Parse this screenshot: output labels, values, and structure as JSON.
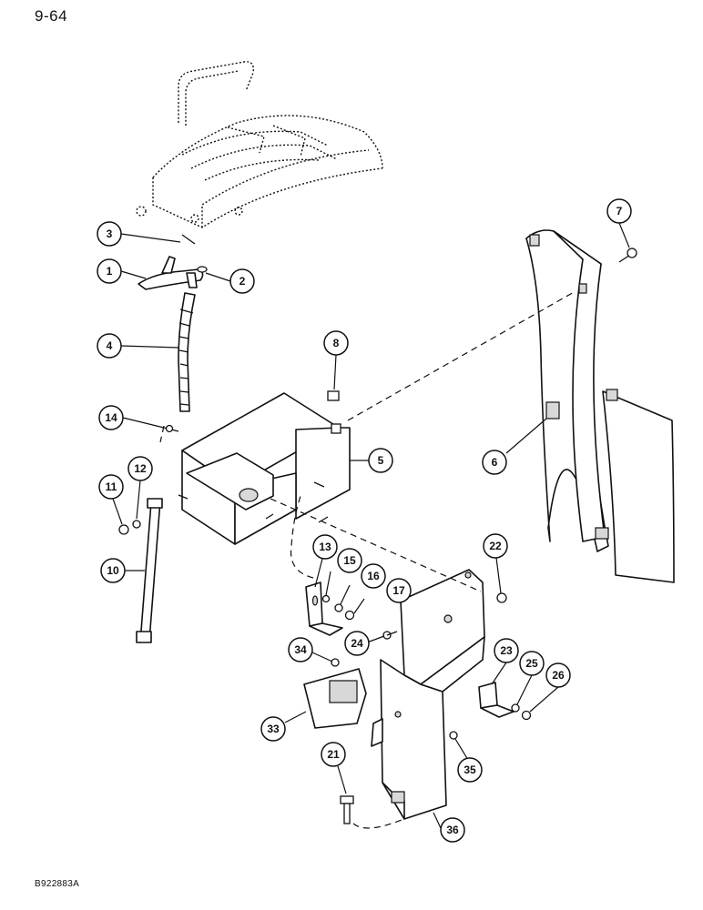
{
  "header": {
    "page_number": "9-64"
  },
  "footer": {
    "figure_code": "B922883A"
  },
  "callouts": [
    {
      "label": "1"
    },
    {
      "label": "2"
    },
    {
      "label": "3"
    },
    {
      "label": "4"
    },
    {
      "label": "5"
    },
    {
      "label": "6"
    },
    {
      "label": "7"
    },
    {
      "label": "8"
    },
    {
      "label": "10"
    },
    {
      "label": "11"
    },
    {
      "label": "12"
    },
    {
      "label": "13"
    },
    {
      "label": "14"
    },
    {
      "label": "15"
    },
    {
      "label": "16"
    },
    {
      "label": "17"
    },
    {
      "label": "21"
    },
    {
      "label": "22"
    },
    {
      "label": "23"
    },
    {
      "label": "24"
    },
    {
      "label": "25"
    },
    {
      "label": "26"
    },
    {
      "label": "33"
    },
    {
      "label": "34"
    },
    {
      "label": "35"
    },
    {
      "label": "36"
    }
  ]
}
